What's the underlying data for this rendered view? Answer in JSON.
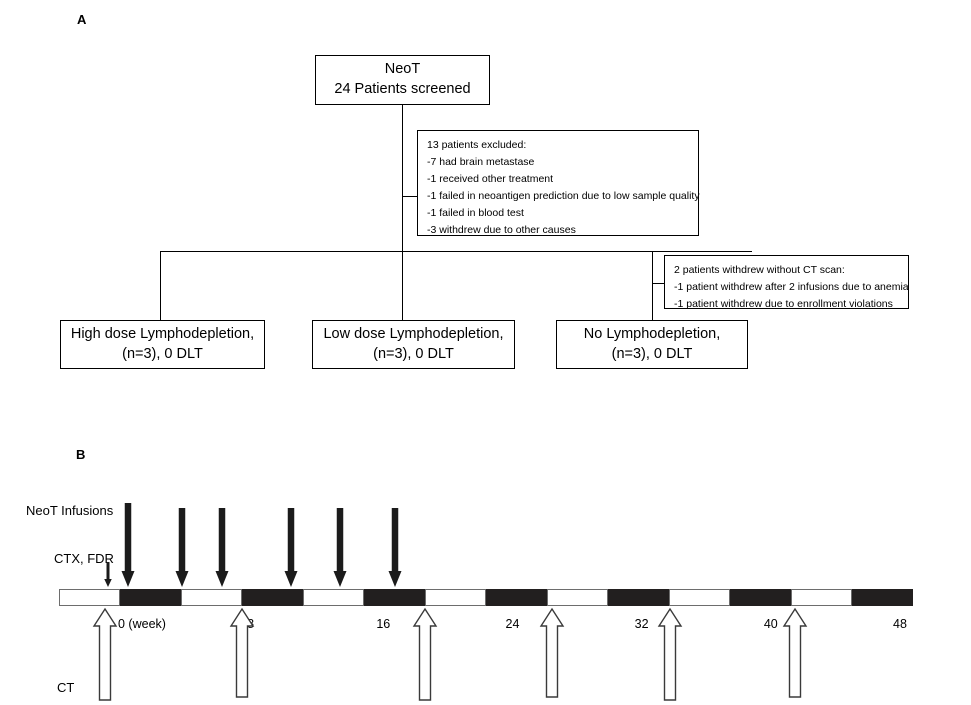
{
  "figure": {
    "panel_a_label": "A",
    "panel_b_label": "B"
  },
  "flowchart": {
    "root": {
      "line1": "NeoT",
      "line2": "24 Patients screened"
    },
    "excluded_box": {
      "title": "13 patients excluded:",
      "items": [
        "-7 had brain metastase",
        "-1 received other treatment",
        "-1 failed in neoantigen prediction due to low sample quality",
        "-1 failed in blood test",
        "-3 withdrew due to other causes"
      ]
    },
    "withdrew_box": {
      "title": "2 patients withdrew without CT scan:",
      "items": [
        "-1 patient withdrew after 2 infusions due to anemia",
        "-1 patient withdrew due to enrollment violations"
      ]
    },
    "arms": [
      {
        "line1": "High dose Lymphodepletion,",
        "line2": "(n=3), 0 DLT"
      },
      {
        "line1": "Low dose Lymphodepletion,",
        "line2": "(n=3), 0 DLT"
      },
      {
        "line1": "No Lymphodepletion,",
        "line2": "(n=3), 0 DLT"
      }
    ]
  },
  "timeline": {
    "labels": {
      "infusions": "NeoT Infusions",
      "ctx_fdr": "CTX, FDR",
      "ct": "CT"
    },
    "axis_unit_label": "0 (week)",
    "tick_labels": [
      "0 (week)",
      "8",
      "16",
      "24",
      "32",
      "40",
      "48"
    ],
    "tick_weeks": [
      0,
      8,
      16,
      24,
      32,
      40,
      48
    ],
    "segments_count": 14,
    "infusion_arrow_count": 6,
    "ct_arrow_count": 6,
    "colors": {
      "bar_dark": "#221f1f",
      "bar_light": "#ffffff",
      "ink": "#000000"
    }
  }
}
